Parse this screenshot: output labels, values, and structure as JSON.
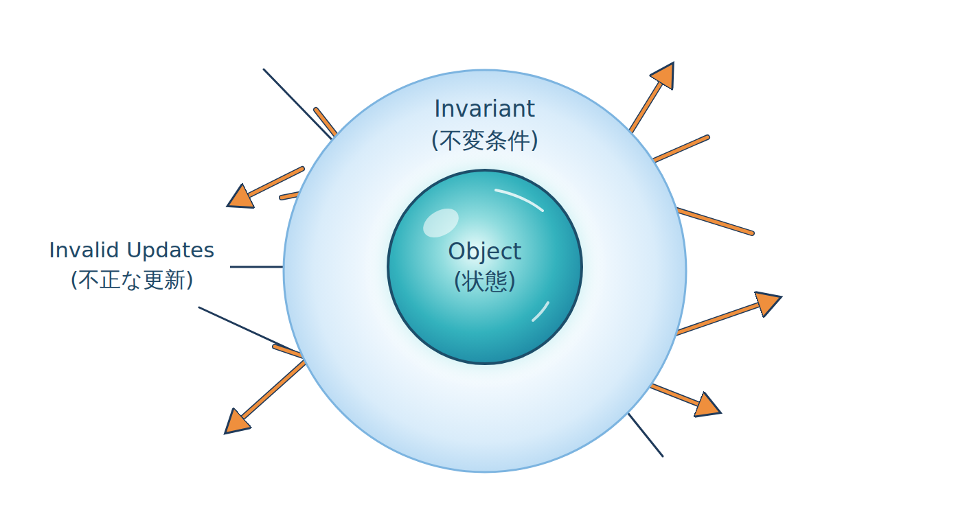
{
  "diagram": {
    "nodes": [
      {
        "text": [
          "Invariant",
          "(不変条件)"
        ]
      },
      {
        "text": [
          "Object",
          "(状態)"
        ],
        "in": 0
      }
    ],
    "labels": [
      "Invalid Updates",
      "(不正な更新)"
    ]
  }
}
